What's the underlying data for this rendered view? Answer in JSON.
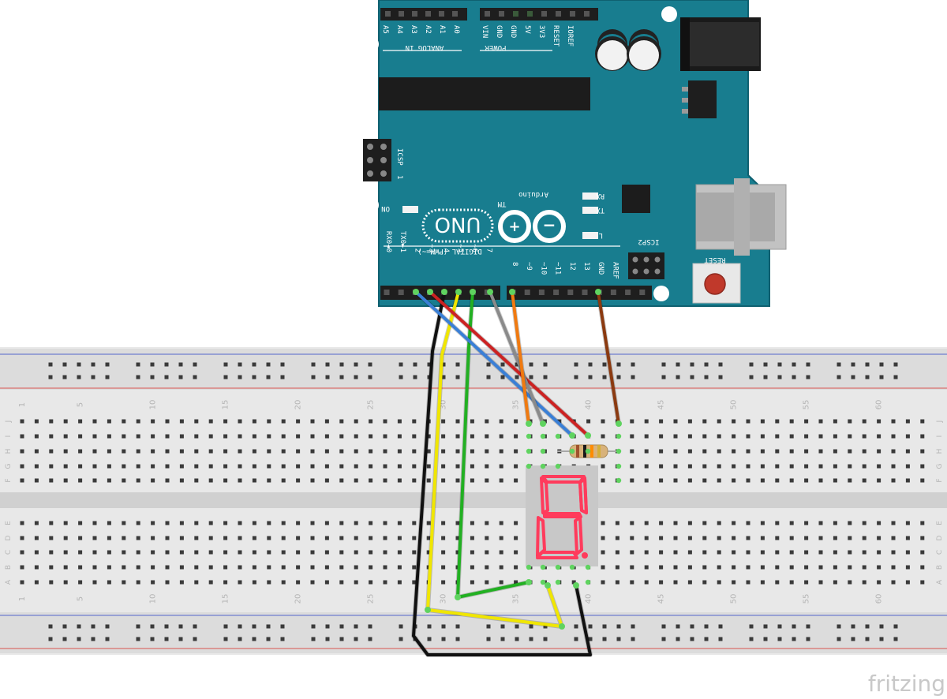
{
  "board": {
    "brand": "Arduino",
    "trademark": "TM",
    "model": "UNO",
    "analog_header_label": "ANALOG IN",
    "analog_pins": [
      "A5",
      "A4",
      "A3",
      "A2",
      "A1",
      "A0"
    ],
    "power_header_label": "POWER",
    "power_pins": [
      "VIN",
      "GND",
      "GND",
      "5V",
      "3V3",
      "RESET",
      "IOREF"
    ],
    "digital_header_label": "DIGITAL (PWM=~)",
    "digital_pins_low": [
      "RX0◄0",
      "TX0►1",
      "2",
      "~3",
      "4",
      "~5",
      "~6",
      "7"
    ],
    "digital_pins_high": [
      "8",
      "~9",
      "~10",
      "~11",
      "12",
      "13",
      "GND",
      "AREF"
    ],
    "icsp_label": "ICSP",
    "icsp_pin1_label": "1",
    "icsp2_label": "ICSP2",
    "led_labels": [
      "RX",
      "TX",
      "L"
    ],
    "on_label": "ON",
    "reset_label": "RESET",
    "colors": {
      "pcb": "#187d8f",
      "pcb_edge": "#0f6070",
      "header": "#1e1e1e",
      "chip": "#1c1c1c"
    }
  },
  "breadboard": {
    "column_numbers": [
      "1",
      "5",
      "10",
      "15",
      "20",
      "25",
      "30",
      "35",
      "40",
      "45",
      "50",
      "55",
      "60"
    ],
    "rows_top": [
      "J",
      "I",
      "H",
      "G",
      "F"
    ],
    "rows_bottom": [
      "E",
      "D",
      "C",
      "B",
      "A"
    ],
    "colors": {
      "body": "#e6e6e6",
      "hole": "#333333",
      "rail_red": "#d9534f",
      "rail_blue": "#5566cc"
    }
  },
  "display": {
    "digit_shown": "8.",
    "segment_color": "#ff3b5c"
  },
  "resistor": {
    "bands": [
      "#a0522d",
      "#1a1a1a",
      "#ff8c00",
      "#d4af37"
    ]
  },
  "wires": [
    {
      "name": "blue",
      "color": "#3a7fd6"
    },
    {
      "name": "red",
      "color": "#cc2222"
    },
    {
      "name": "black",
      "color": "#111111"
    },
    {
      "name": "yellow",
      "color": "#f0e600"
    },
    {
      "name": "green",
      "color": "#22b022"
    },
    {
      "name": "gray",
      "color": "#8a8a8a"
    },
    {
      "name": "orange",
      "color": "#f07a10"
    },
    {
      "name": "brown",
      "color": "#8b3a10"
    }
  ],
  "watermark": "fritzing"
}
